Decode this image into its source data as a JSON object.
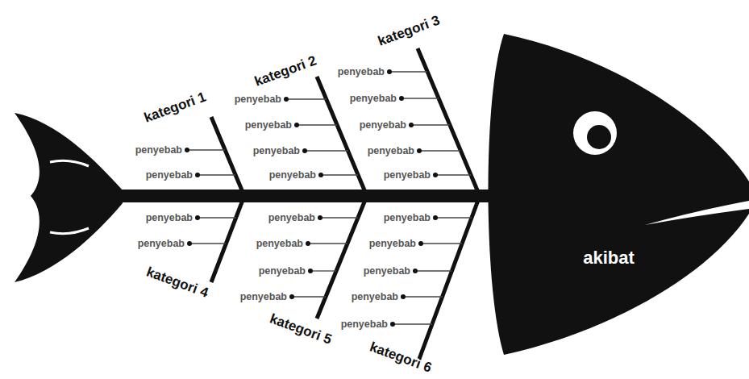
{
  "diagram": {
    "nodes": [
      {
        "text": [
          "akibat"
        ]
      }
    ],
    "labels": [
      "kategori 1",
      "penyebab",
      "penyebab",
      "kategori 2",
      "penyebab",
      "penyebab",
      "penyebab",
      "penyebab",
      "kategori 3",
      "penyebab",
      "penyebab",
      "penyebab",
      "penyebab",
      "penyebab",
      "kategori 4",
      "penyebab",
      "penyebab",
      "kategori 5",
      "penyebab",
      "penyebab",
      "penyebab",
      "penyebab",
      "kategori 6",
      "penyebab",
      "penyebab",
      "penyebab",
      "penyebab",
      "penyebab"
    ]
  }
}
